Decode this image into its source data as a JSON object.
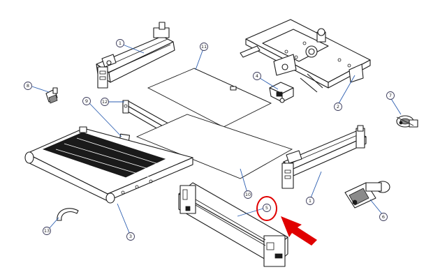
{
  "callouts": [
    {
      "id": "c1a",
      "label": "1"
    },
    {
      "id": "c1b",
      "label": "1"
    },
    {
      "id": "c2",
      "label": "2"
    },
    {
      "id": "c3",
      "label": "3"
    },
    {
      "id": "c4",
      "label": "4"
    },
    {
      "id": "c5",
      "label": "5"
    },
    {
      "id": "c6",
      "label": "6"
    },
    {
      "id": "c7",
      "label": "7"
    },
    {
      "id": "c8",
      "label": "8"
    },
    {
      "id": "c9",
      "label": "9"
    },
    {
      "id": "c10",
      "label": "10"
    },
    {
      "id": "c11",
      "label": "11"
    },
    {
      "id": "c12",
      "label": "12"
    },
    {
      "id": "c13",
      "label": "13"
    }
  ],
  "highlight": {
    "target": "5",
    "color": "#e00000"
  },
  "colors": {
    "line": "#1a1a1a",
    "leader": "#2a5db0",
    "highlight": "#e00000"
  }
}
